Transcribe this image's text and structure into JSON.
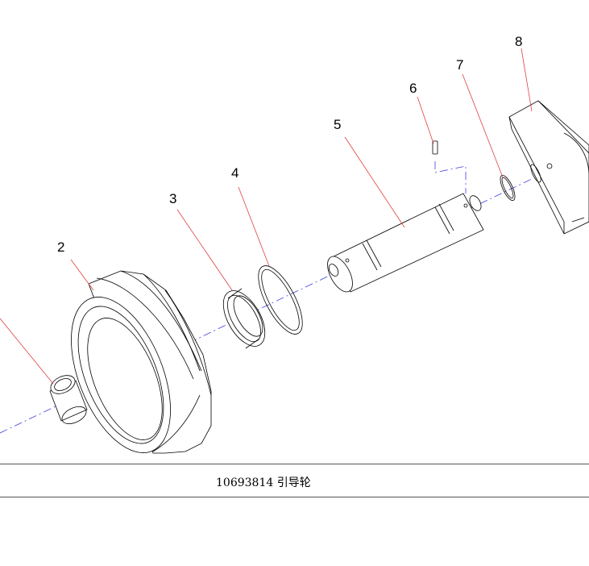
{
  "caption": "10693814 引导轮",
  "callouts": [
    {
      "id": "c2",
      "label": "2"
    },
    {
      "id": "c3",
      "label": "3"
    },
    {
      "id": "c4",
      "label": "4"
    },
    {
      "id": "c5",
      "label": "5"
    },
    {
      "id": "c6",
      "label": "6"
    },
    {
      "id": "c7",
      "label": "7"
    },
    {
      "id": "c8",
      "label": "8"
    }
  ],
  "colors": {
    "leader": "#e04040",
    "axis": "#4040e0",
    "outline": "#000000"
  }
}
